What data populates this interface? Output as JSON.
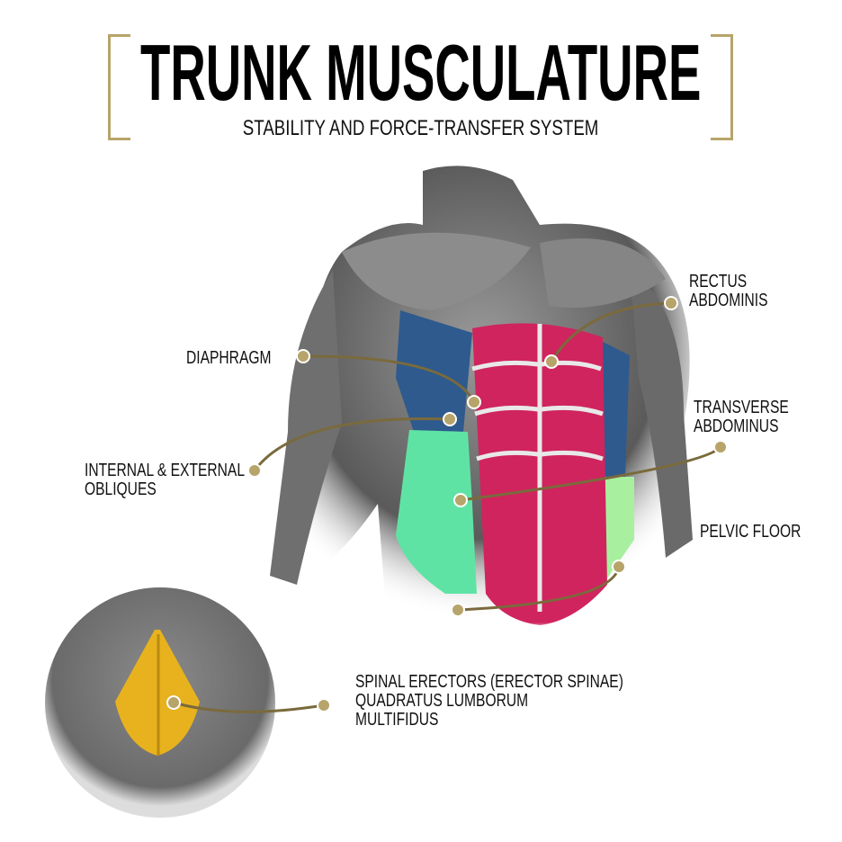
{
  "header": {
    "title": "TRUNK MUSCULATURE",
    "subtitle": "STABILITY AND FORCE-TRANSFER SYSTEM"
  },
  "labels": {
    "rectus": [
      "RECTUS",
      "ABDOMINIS"
    ],
    "diaphragm": [
      "DIAPHRAGM"
    ],
    "obliques": [
      "INTERNAL & EXTERNAL",
      "OBLIQUES"
    ],
    "transverse": [
      "TRANSVERSE",
      "ABDOMINUS"
    ],
    "pelvic": [
      "PELVIC FLOOR"
    ],
    "spinal": [
      "SPINAL ERECTORS (ERECTOR SPINAE)",
      "QUADRATUS LUMBORUM",
      "MULTIFIDUS"
    ]
  },
  "colors": {
    "accent": "#b7a46a",
    "rectus": "#d0245e",
    "transverse": "#2e5a8e",
    "obliques": "#5fe3a4",
    "pelvic": "#a8f0a0",
    "spinal": "#e8b21e"
  }
}
